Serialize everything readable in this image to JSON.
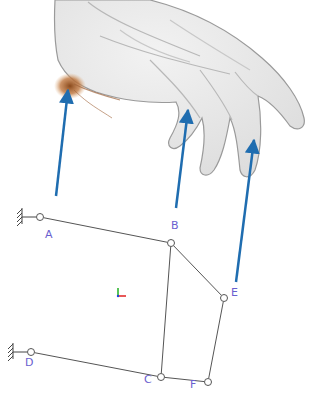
{
  "diagram": {
    "nodes": [
      {
        "text": [
          "A"
        ]
      },
      {
        "text": [
          "B"
        ]
      },
      {
        "text": [
          "E"
        ]
      },
      {
        "text": [
          "D"
        ]
      },
      {
        "text": [
          "C"
        ]
      },
      {
        "text": [
          "F"
        ]
      }
    ],
    "edges": [
      {
        "from": 0,
        "to": 1,
        "arrow": "none"
      },
      {
        "from": 1,
        "to": 4,
        "arrow": "none"
      },
      {
        "from": 1,
        "to": 2,
        "arrow": "none"
      },
      {
        "from": 2,
        "to": 5,
        "arrow": "none"
      },
      {
        "from": 4,
        "to": 5,
        "arrow": "none"
      },
      {
        "from": 3,
        "to": 4,
        "arrow": "none"
      }
    ]
  }
}
